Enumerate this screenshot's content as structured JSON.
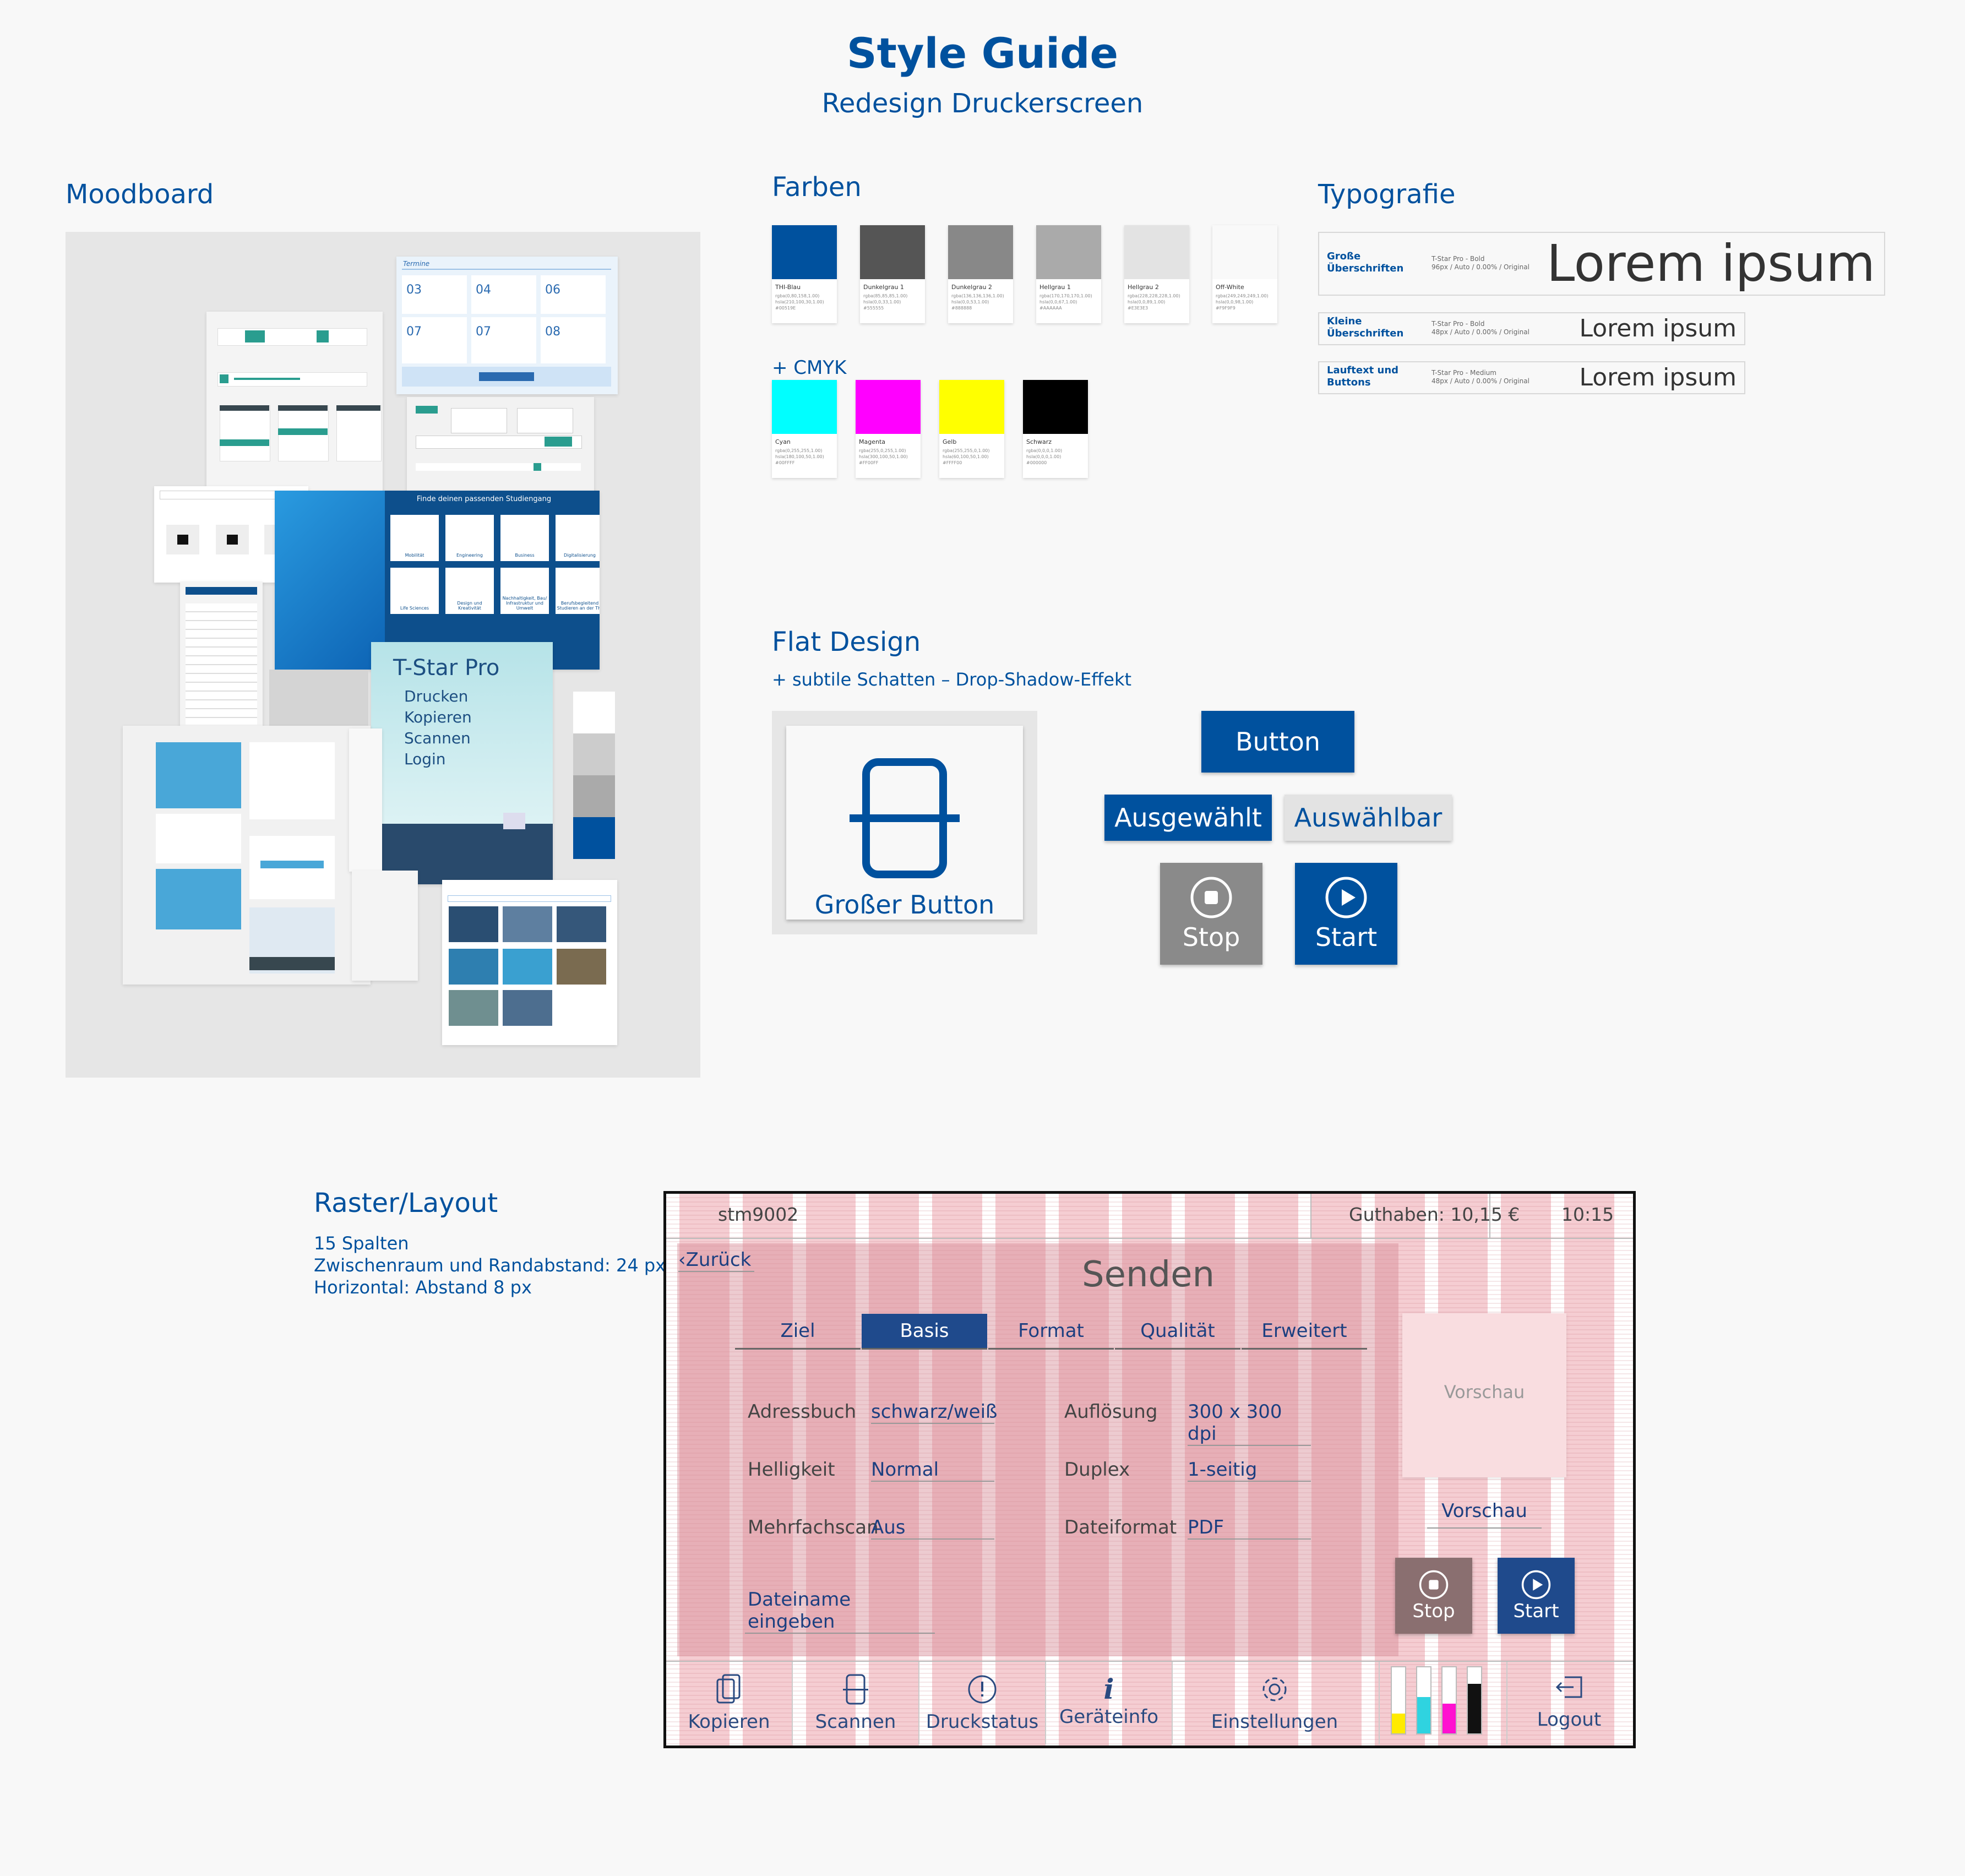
{
  "header": {
    "title": "Style Guide",
    "subtitle": "Redesign Druckerscreen"
  },
  "moodboard": {
    "heading": "Moodboard",
    "tstar_title": "T-Star Pro",
    "tstar_items": [
      "Drucken",
      "Kopieren",
      "Scannen",
      "Login"
    ],
    "termine_label": "Termine",
    "termine_days": [
      "03",
      "04",
      "06",
      "07",
      "07",
      "08"
    ],
    "study_title": "Finde deinen passenden Studiengang",
    "study_tiles": [
      "Mobilität",
      "Engineering",
      "Business",
      "Digitalisierung",
      "Life Sciences",
      "Design und Kreativität",
      "Nachhaltigkeit, Bau/ Infrastruktur und Umwelt",
      "Berufsbegleitend Studieren an der THI"
    ],
    "colors": [
      "#ffffff",
      "#cccccc",
      "#aaaaaa",
      "#00519e"
    ]
  },
  "farben": {
    "heading": "Farben",
    "swatches": [
      {
        "name": "THI-Blau",
        "hex": "#00519e",
        "values": "rgba(0,80,158,1.00)\nhsla(210,100,30,1.00)\n#00519E"
      },
      {
        "name": "Dunkelgrau 1",
        "hex": "#555555",
        "values": "rgba(85,85,85,1.00)\nhsla(0,0,33,1.00)\n#555555"
      },
      {
        "name": "Dunkelgrau 2",
        "hex": "#888888",
        "values": "rgba(136,136,136,1.00)\nhsla(0,0,53,1.00)\n#888888"
      },
      {
        "name": "Hellgrau 1",
        "hex": "#aaaaaa",
        "values": "rgba(170,170,170,1.00)\nhsla(0,0,67,1.00)\n#AAAAAA"
      },
      {
        "name": "Hellgrau 2",
        "hex": "#e3e3e3",
        "values": "rgba(228,228,228,1.00)\nhsla(0,0,89,1.00)\n#E3E3E3"
      },
      {
        "name": "Off-White",
        "hex": "#f9f9f9",
        "values": "rgba(249,249,249,1.00)\nhsla(0,0,98,1.00)\n#F9F9F9"
      }
    ],
    "cmyk_heading": "+ CMYK",
    "cmyk": [
      {
        "name": "Cyan",
        "hex": "#00ffff",
        "values": "rgba(0,255,255,1.00)\nhsla(180,100,50,1.00)\n#00FFFF"
      },
      {
        "name": "Magenta",
        "hex": "#ff00ff",
        "values": "rgba(255,0,255,1.00)\nhsla(300,100,50,1.00)\n#FF00FF"
      },
      {
        "name": "Gelb",
        "hex": "#ffff00",
        "values": "rgba(255,255,0,1.00)\nhsla(60,100,50,1.00)\n#FFFF00"
      },
      {
        "name": "Schwarz",
        "hex": "#000000",
        "values": "rgba(0,0,0,1.00)\nhsla(0,0,0,1.00)\n#000000"
      }
    ]
  },
  "typografie": {
    "heading": "Typografie",
    "rows": [
      {
        "label": "Große Überschriften",
        "spec": "T-Star Pro - Bold\n96px / Auto / 0.00% / Original",
        "sample": "Lorem ipsum"
      },
      {
        "label": "Kleine Überschriften",
        "spec": "T-Star Pro - Bold\n48px / Auto / 0.00% / Original",
        "sample": "Lorem ipsum"
      },
      {
        "label": "Lauftext und Buttons",
        "spec": "T-Star Pro - Medium\n48px / Auto / 0.00% / Original",
        "sample": "Lorem ipsum"
      }
    ]
  },
  "flat": {
    "heading": "Flat Design",
    "subheading": "+ subtile Schatten – Drop-Shadow-Effekt",
    "big_button": "Großer Button",
    "button": "Button",
    "selected": "Ausgewählt",
    "selectable": "Auswählbar",
    "stop": "Stop",
    "start": "Start"
  },
  "raster": {
    "heading": "Raster/Layout",
    "lines": [
      "15 Spalten",
      "Zwischenraum und Randabstand: 24 px",
      "Horizontal: Abstand 8 px"
    ]
  },
  "mockup": {
    "user": "stm9002",
    "balance": "Guthaben: 10,15 €",
    "time": "10:15",
    "back": "Zurück",
    "title": "Senden",
    "tabs": [
      "Ziel",
      "Basis",
      "Format",
      "Qualität",
      "Erweitert"
    ],
    "active_tab": "Basis",
    "fields": [
      {
        "label": "Adressbuch",
        "value": "schwarz/weiß"
      },
      {
        "label": "Helligkeit",
        "value": "Normal"
      },
      {
        "label": "Mehrfachscan",
        "value": "Aus"
      },
      {
        "label": "Auflösung",
        "value": "300 x 300 dpi"
      },
      {
        "label": "Duplex",
        "value": "1-seitig"
      },
      {
        "label": "Dateiformat",
        "value": "PDF"
      }
    ],
    "filename": "Dateiname eingeben",
    "preview_box": "Vorschau",
    "preview_button": "Vorschau",
    "stop": "Stop",
    "start": "Start",
    "nav": [
      "Kopieren",
      "Scannen",
      "Druckstatus",
      "Geräteinfo",
      "Einstellungen",
      "Logout"
    ],
    "ink_levels": [
      0.3,
      0.55,
      0.45,
      0.75
    ]
  }
}
